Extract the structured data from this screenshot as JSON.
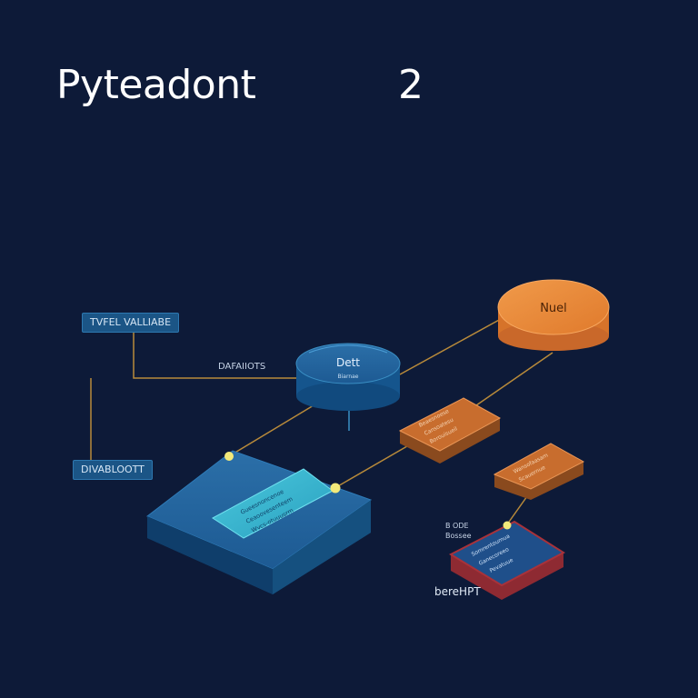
{
  "header": {
    "title": "Pyteadont",
    "number": "2"
  },
  "labels": {
    "tag_top": "TVFEL VALLIABE",
    "tag_bottom": "DIVABLOOTT",
    "connector_label": "DAFAIIOTS",
    "small_label": "B ODE\nBossee",
    "bottom_label": "bereHPT"
  },
  "nodes": {
    "orange_cylinder": {
      "title": "Nuel"
    },
    "blue_cylinder": {
      "title": "Dett",
      "subtitle": "Biarnae"
    },
    "orange_card_upper": {
      "lines": [
        "Beaesnoese",
        "Cansoatesu",
        "Borouisueil"
      ]
    },
    "orange_card_lower": {
      "lines": [
        "Wansofaasam",
        "Scauernue"
      ]
    },
    "red_card": {
      "lines": [
        "Somrentoumua",
        "Ganecoreeo",
        "Pevatuue"
      ]
    },
    "blue_platform": {
      "lines": [
        "Gueesnoncenoe",
        "Ceaoovesenteem",
        "Wvcs-otuuusrm"
      ]
    }
  },
  "colors": {
    "background": "#0d1a38",
    "connector": "#b88a3a",
    "node_blue": "#1b5586",
    "node_cyan": "#3ab6d0",
    "node_orange": "#e8823a",
    "node_red": "#a8323a",
    "dot": "#f2e97a"
  }
}
